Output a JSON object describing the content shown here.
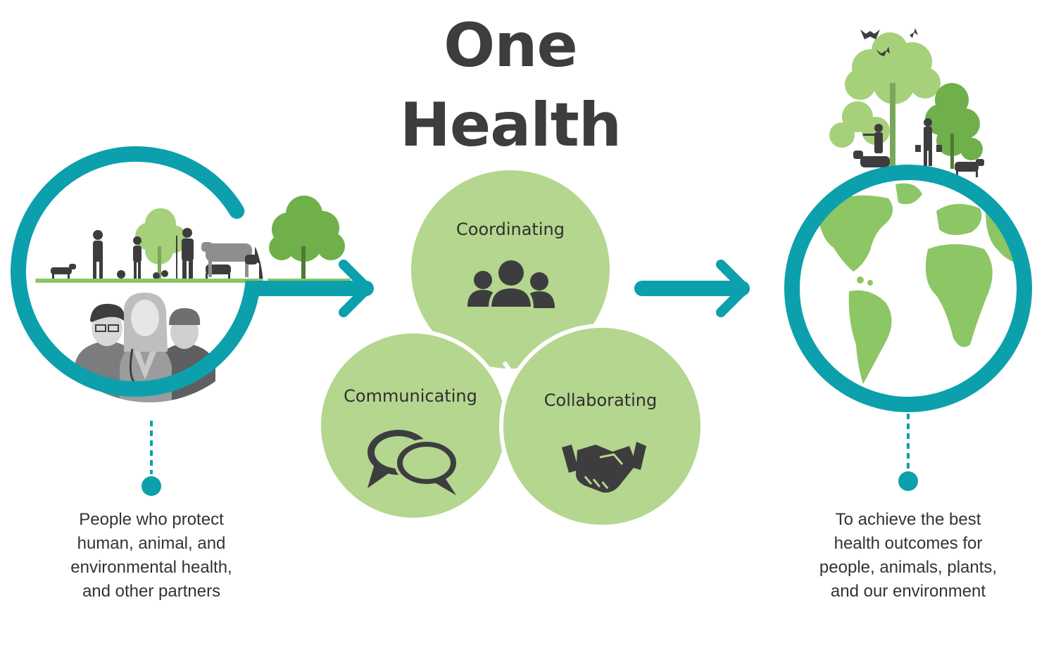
{
  "title": {
    "line1": "One",
    "line2": "Health"
  },
  "circles": {
    "coordinating": {
      "label": "Coordinating",
      "icon": "people-group-icon"
    },
    "communicating": {
      "label": "Communicating",
      "icon": "speech-bubbles-icon"
    },
    "collaborating": {
      "label": "Collaborating",
      "icon": "handshake-icon"
    }
  },
  "left_caption": {
    "lines": [
      "People who protect",
      "human, animal, and",
      "environmental health,",
      "and other partners"
    ]
  },
  "right_caption": {
    "lines": [
      "To achieve the best",
      "health outcomes for",
      "people, animals, plants,",
      "and our environment"
    ]
  },
  "colors": {
    "teal": "#0ca0ad",
    "light_green": "#b4d68e",
    "leaf_green": "#8cc665",
    "dark_green": "#5c9e3c",
    "icon_gray": "#3d3d3f",
    "text_dark": "#333335"
  }
}
